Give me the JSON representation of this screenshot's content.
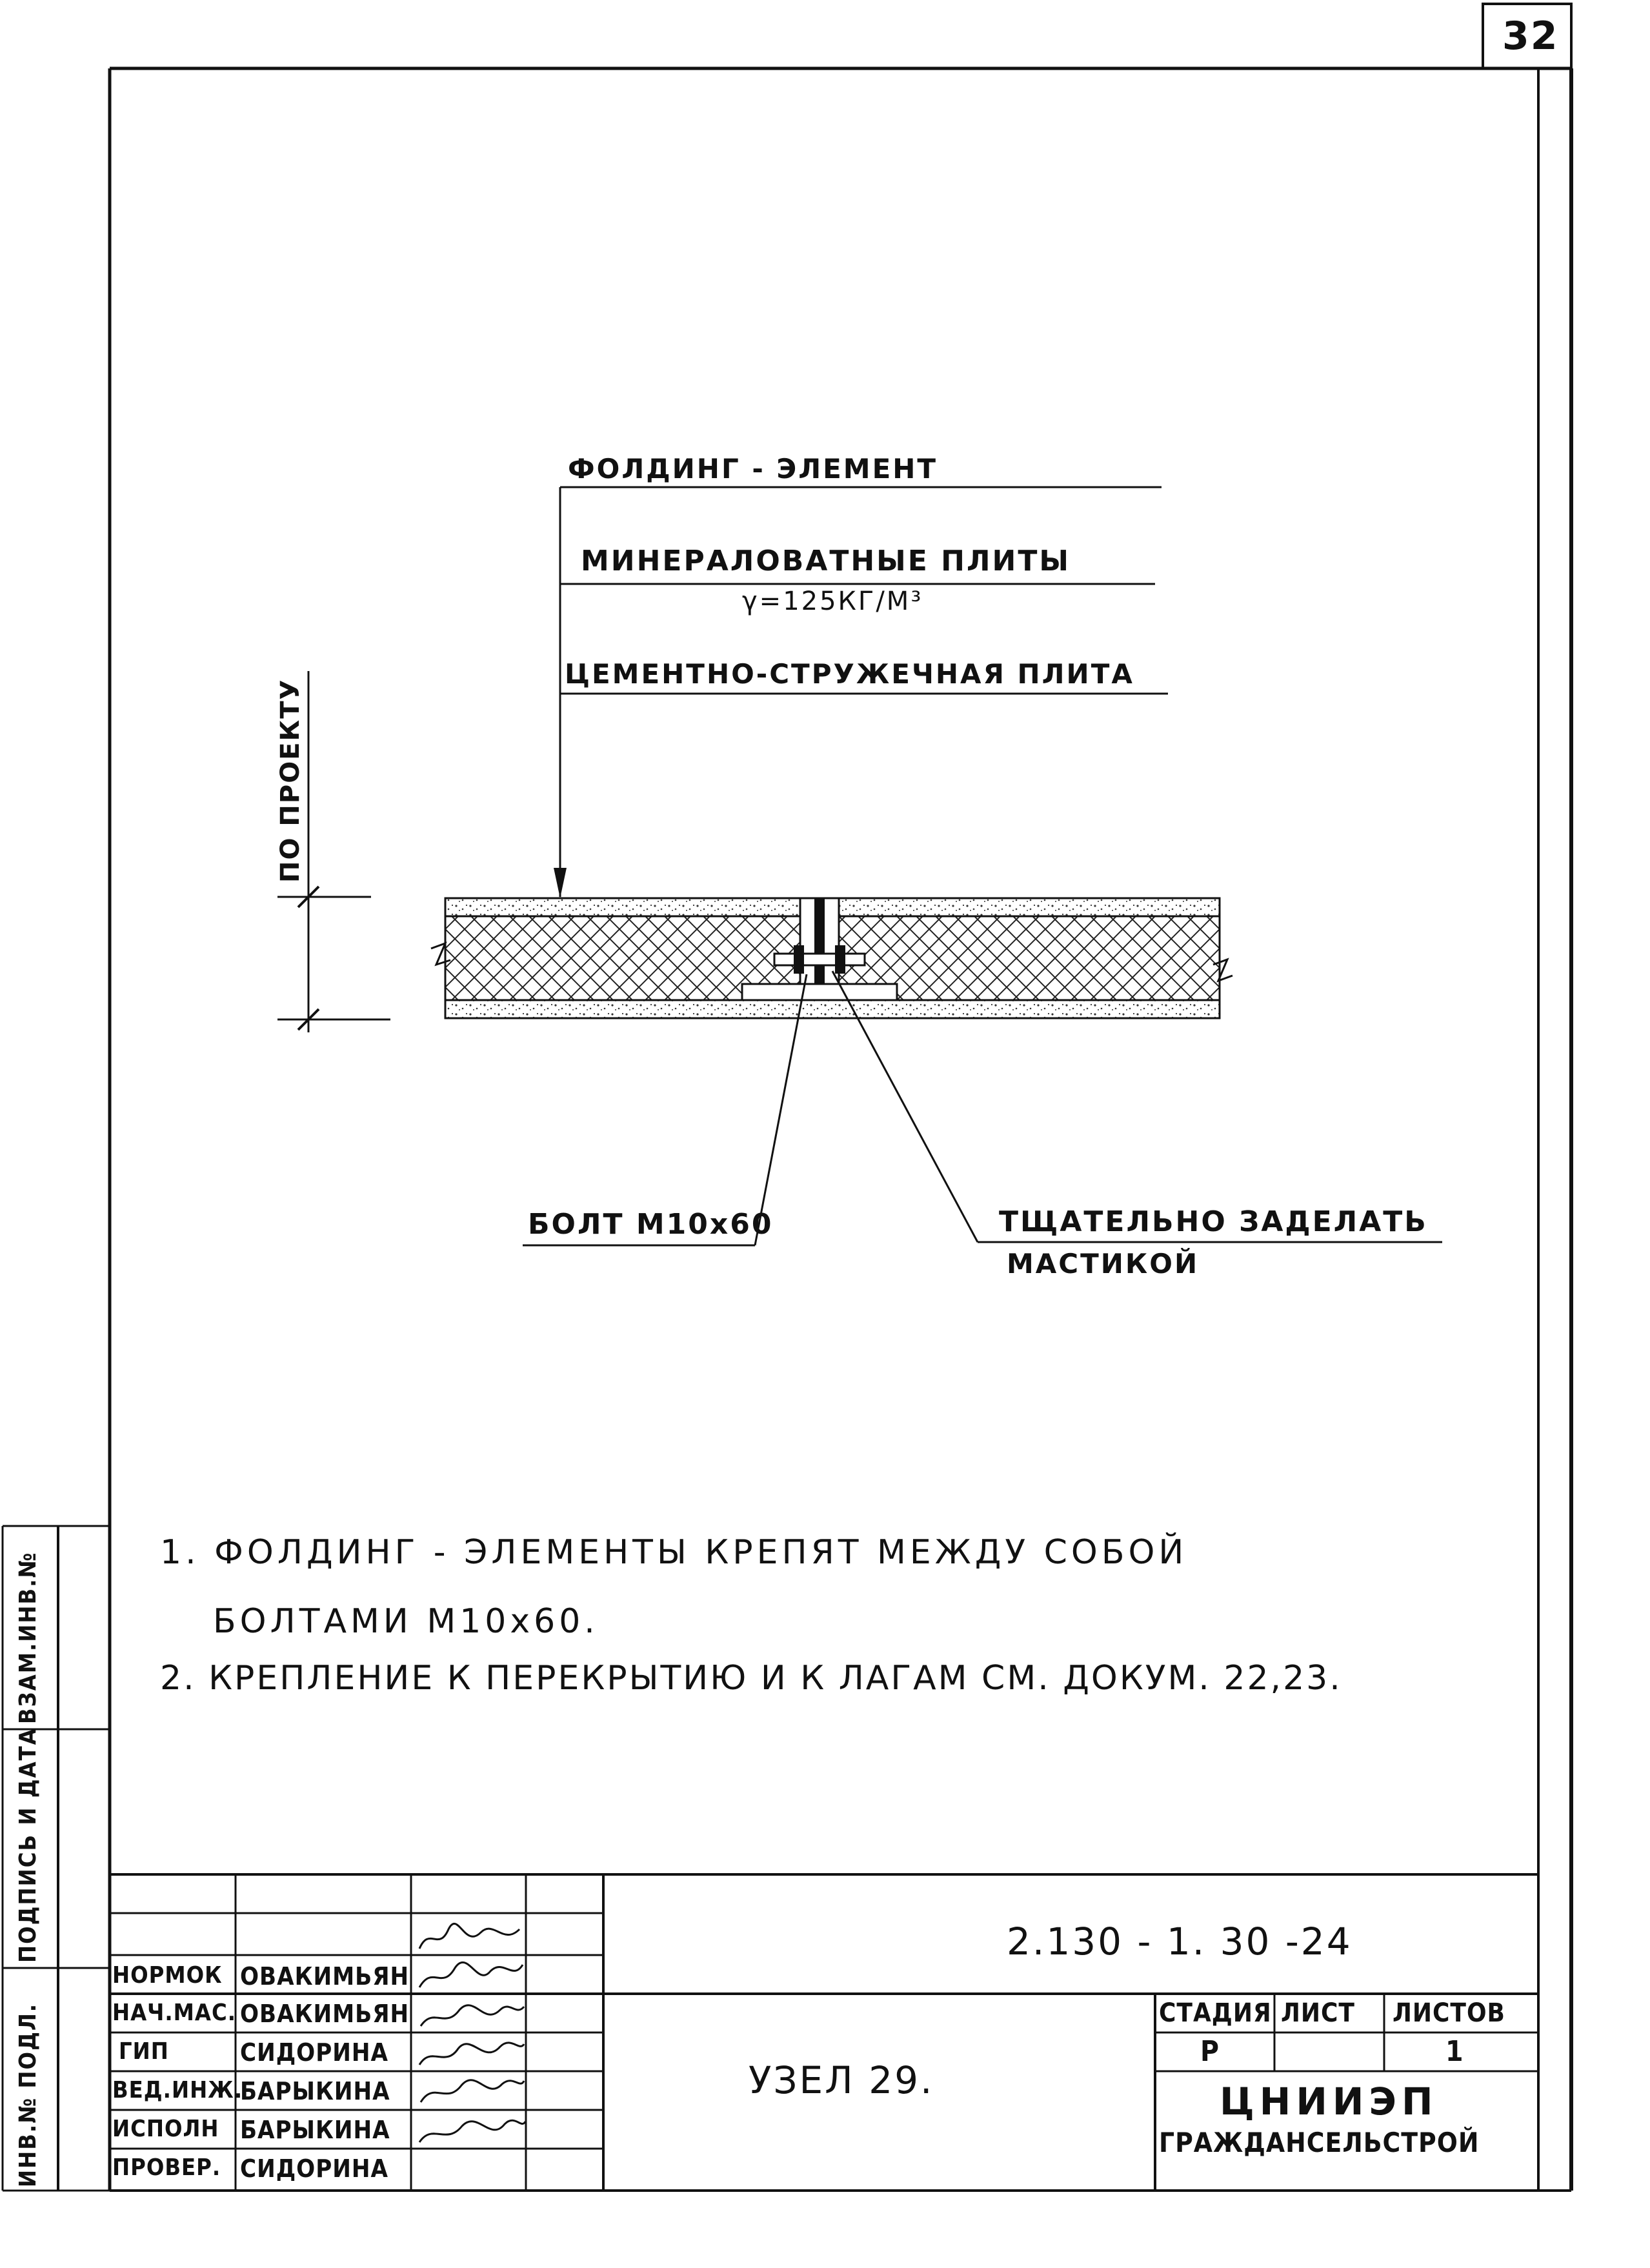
{
  "sheet": {
    "page_number": "32"
  },
  "drawing": {
    "labels": {
      "folding_element": "ФОЛДИНГ - ЭЛЕМЕНТ",
      "mineral_wool": "МИНЕРАЛОВАТНЫЕ ПЛИТЫ",
      "density": "γ=125КГ/М³",
      "cement_board": "ЦЕМЕНТНО-СТРУЖЕЧНАЯ ПЛИТА",
      "by_project": "ПО ПРОЕКТУ",
      "bolt": "БОЛТ М10х60",
      "mastic_line1": "ТЩАТЕЛЬНО ЗАДЕЛАТЬ",
      "mastic_line2": "МАСТИКОЙ"
    }
  },
  "notes": [
    "1. ФОЛДИНГ - ЭЛЕМЕНТЫ КРЕПЯТ МЕЖДУ СОБОЙ",
    "БОЛТАМИ М10х60.",
    "2. КРЕПЛЕНИЕ К ПЕРЕКРЫТИЮ И К ЛАГАМ СМ. ДОКУМ. 22,23."
  ],
  "left_margin": {
    "field1": "ВЗАМ.ИНВ.№",
    "field2": "ПОДПИСЬ И ДАТА",
    "field3": "ИНВ.№ ПОДЛ."
  },
  "title_block": {
    "document_code": "2.130 - 1. 30 -24",
    "title": "УЗЕЛ 29.",
    "stage_header": "СТАДИЯ",
    "sheet_header": "ЛИСТ",
    "sheets_header": "ЛИСТОВ",
    "stage_value": "Р",
    "sheet_value": "",
    "sheets_value": "1",
    "org_line1": "ЦНИИЭП",
    "org_line2": "ГРАЖДАНСЕЛЬСТРОЙ",
    "signatories": [
      {
        "role": "НОРМОК",
        "name": "ОВАКИМЬЯН"
      },
      {
        "role": "НАЧ.МАС.",
        "name": "ОВАКИМЬЯН"
      },
      {
        "role": "ГИП",
        "name": "СИДОРИНА"
      },
      {
        "role": "ВЕД.ИНЖ.",
        "name": "БАРЫКИНА"
      },
      {
        "role": "ИСПОЛН",
        "name": "БАРЫКИНА"
      },
      {
        "role": "ПРОВЕР.",
        "name": "СИДОРИНА"
      }
    ]
  }
}
